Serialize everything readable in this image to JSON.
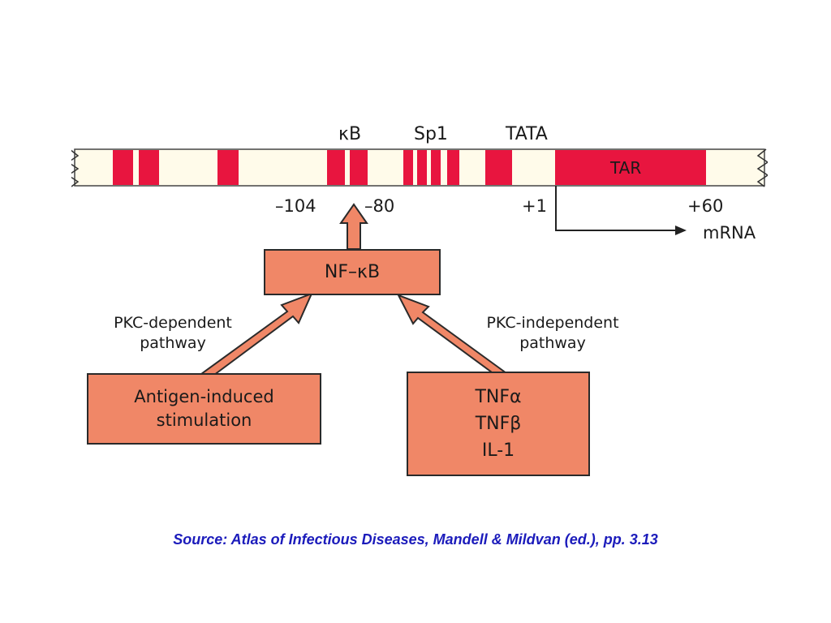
{
  "colors": {
    "element_red": "#e8153f",
    "box_salmon": "#f08767",
    "dna_background": "#fffbea",
    "source_blue": "#1b1bbb"
  },
  "promoter": {
    "site_labels": {
      "kappa_b": "κB",
      "sp1": "Sp1",
      "tata": "TATA"
    },
    "tar_label": "TAR",
    "coordinates": {
      "minus_104": "–104",
      "minus_80": "–80",
      "plus_1": "+1",
      "plus_60": "+60"
    },
    "transcript_label": "mRNA"
  },
  "nfkb_box": {
    "label": "NF–κB"
  },
  "pathways": {
    "pkc_dependent": {
      "line1": "PKC-dependent",
      "line2": "pathway"
    },
    "pkc_independent": {
      "line1": "PKC-independent",
      "line2": "pathway"
    }
  },
  "inducer_boxes": {
    "antigen": {
      "line1": "Antigen-induced",
      "line2": "stimulation"
    },
    "cytokines": {
      "line1": "TNFα",
      "line2": "TNFβ",
      "line3": "IL-1"
    }
  },
  "source_text": "Source:  Atlas of Infectious Diseases, Mandell & Mildvan (ed.), pp. 3.13"
}
